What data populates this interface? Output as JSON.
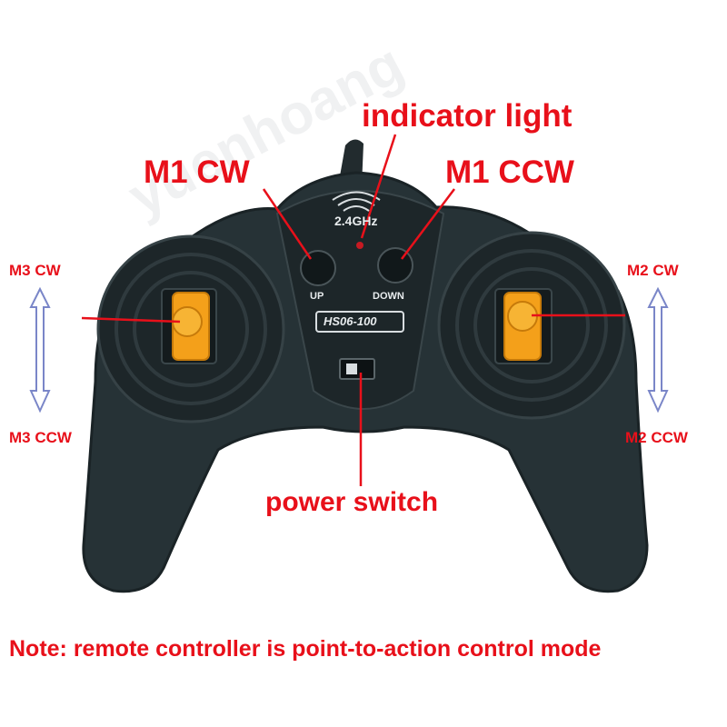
{
  "colors": {
    "annotation": "#e8101a",
    "body": "#263236",
    "body_dark": "#1a2326",
    "stick": "#f4a01a",
    "arrow": "#7a86c8"
  },
  "device": {
    "badge": "2.4GHz",
    "model": "HS06-100",
    "up_label": "UP",
    "down_label": "DOWN",
    "watermark": "yuenhoang"
  },
  "labels": {
    "indicator": "indicator light",
    "m1_cw": "M1 CW",
    "m1_ccw": "M1 CCW",
    "m3_cw": "M3 CW",
    "m3_ccw": "M3 CCW",
    "m2_cw": "M2 CW",
    "m2_ccw": "M2 CCW",
    "power": "power switch",
    "note": "Note: remote controller is point-to-action control mode"
  }
}
